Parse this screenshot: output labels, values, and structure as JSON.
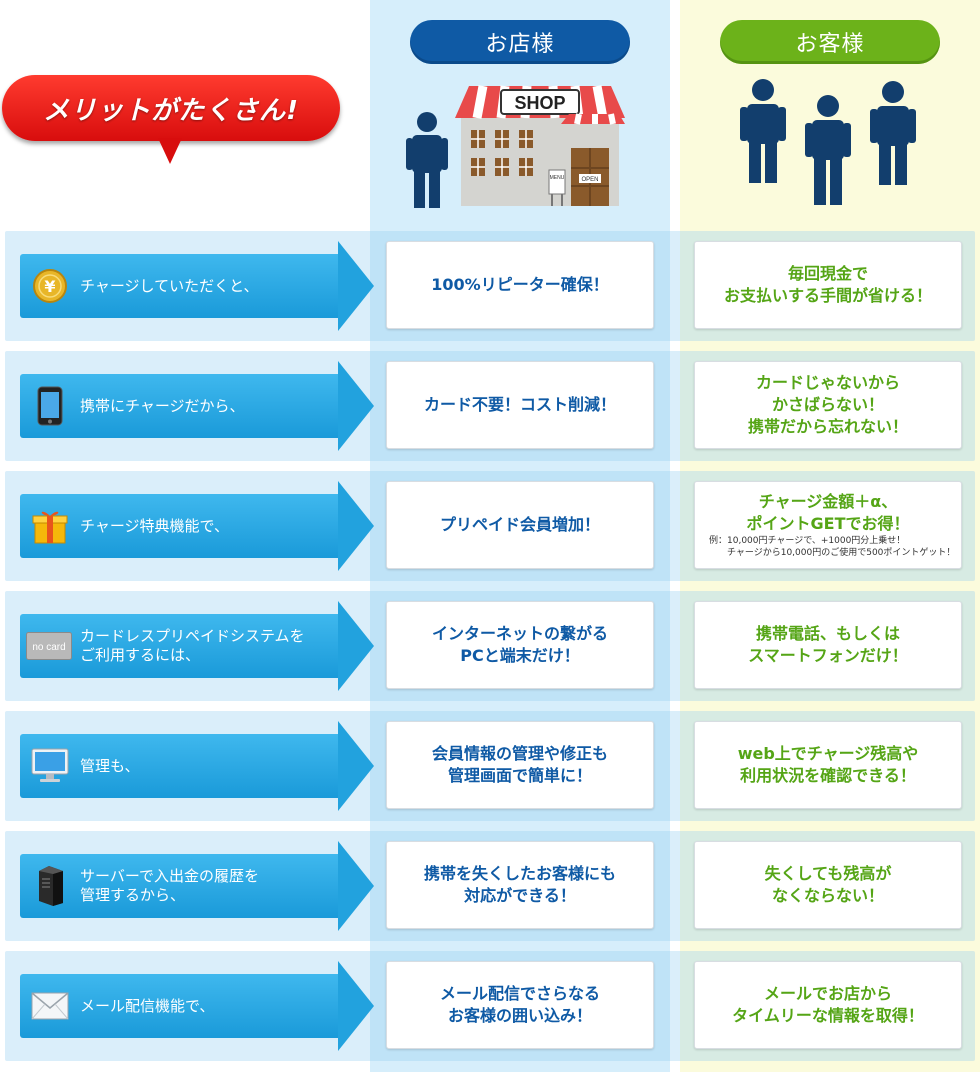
{
  "headline": "メリットがたくさん!",
  "columns": {
    "shop": {
      "label": "お店様",
      "sign": "SHOP",
      "menu_sign": "MENU",
      "door_sign": "OPEN"
    },
    "customer": {
      "label": "お客様"
    }
  },
  "colors": {
    "shop_blue": "#0f5aa5",
    "customer_green": "#6cb21a",
    "arrow_blue": "#22a2de",
    "badge_red": "#e01a12"
  },
  "rows": [
    {
      "icon": "yen-coin-icon",
      "lead": "チャージしていただくと、",
      "shop": "100%リピーター確保！",
      "customer": "毎回現金で\nお支払いする手間が省ける！"
    },
    {
      "icon": "smartphone-icon",
      "lead": "携帯にチャージだから、",
      "shop": "カード不要！コスト削減！",
      "customer": "カードじゃないから\nかさばらない！\n携帯だから忘れない！"
    },
    {
      "icon": "gift-box-icon",
      "lead": "チャージ特典機能で、",
      "shop": "プリペイド会員増加！",
      "customer": "チャージ金額＋α、\nポイントGETでお得！",
      "customer_note": "例：10,000円チャージで、+1000円分上乗せ！\n　　チャージから10,000円のご使用で500ポイントゲット！"
    },
    {
      "icon": "no-card-icon",
      "icon_text": "no card",
      "lead": "カードレスプリペイドシステムを\nご利用するには、",
      "shop": "インターネットの繋がる\nPCと端末だけ！",
      "customer": "携帯電話、もしくは\nスマートフォンだけ！"
    },
    {
      "icon": "monitor-icon",
      "lead": "管理も、",
      "shop": "会員情報の管理や修正も\n管理画面で簡単に！",
      "customer": "web上でチャージ残高や\n利用状況を確認できる！"
    },
    {
      "icon": "server-icon",
      "lead": "サーバーで入出金の履歴を\n管理するから、",
      "shop": "携帯を失くしたお客様にも\n対応ができる！",
      "customer": "失くしても残高が\nなくならない！"
    },
    {
      "icon": "envelope-icon",
      "lead": "メール配信機能で、",
      "shop": "メール配信でさらなる\nお客様の囲い込み！",
      "customer": "メールでお店から\nタイムリーな情報を取得！"
    }
  ]
}
